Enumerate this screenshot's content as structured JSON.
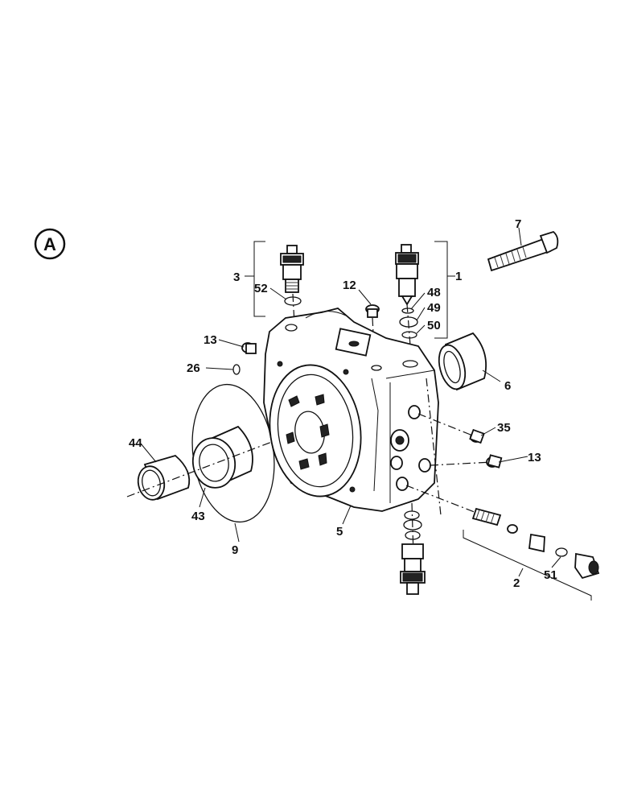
{
  "section_marker": "A",
  "callouts": {
    "c1": "1",
    "c2": "2",
    "c3": "3",
    "c5": "5",
    "c6": "6",
    "c7": "7",
    "c9": "9",
    "c12": "12",
    "c13a": "13",
    "c13b": "13",
    "c26": "26",
    "c35": "35",
    "c43": "43",
    "c44": "44",
    "c48": "48",
    "c49": "49",
    "c50": "50",
    "c51": "51",
    "c52": "52"
  }
}
